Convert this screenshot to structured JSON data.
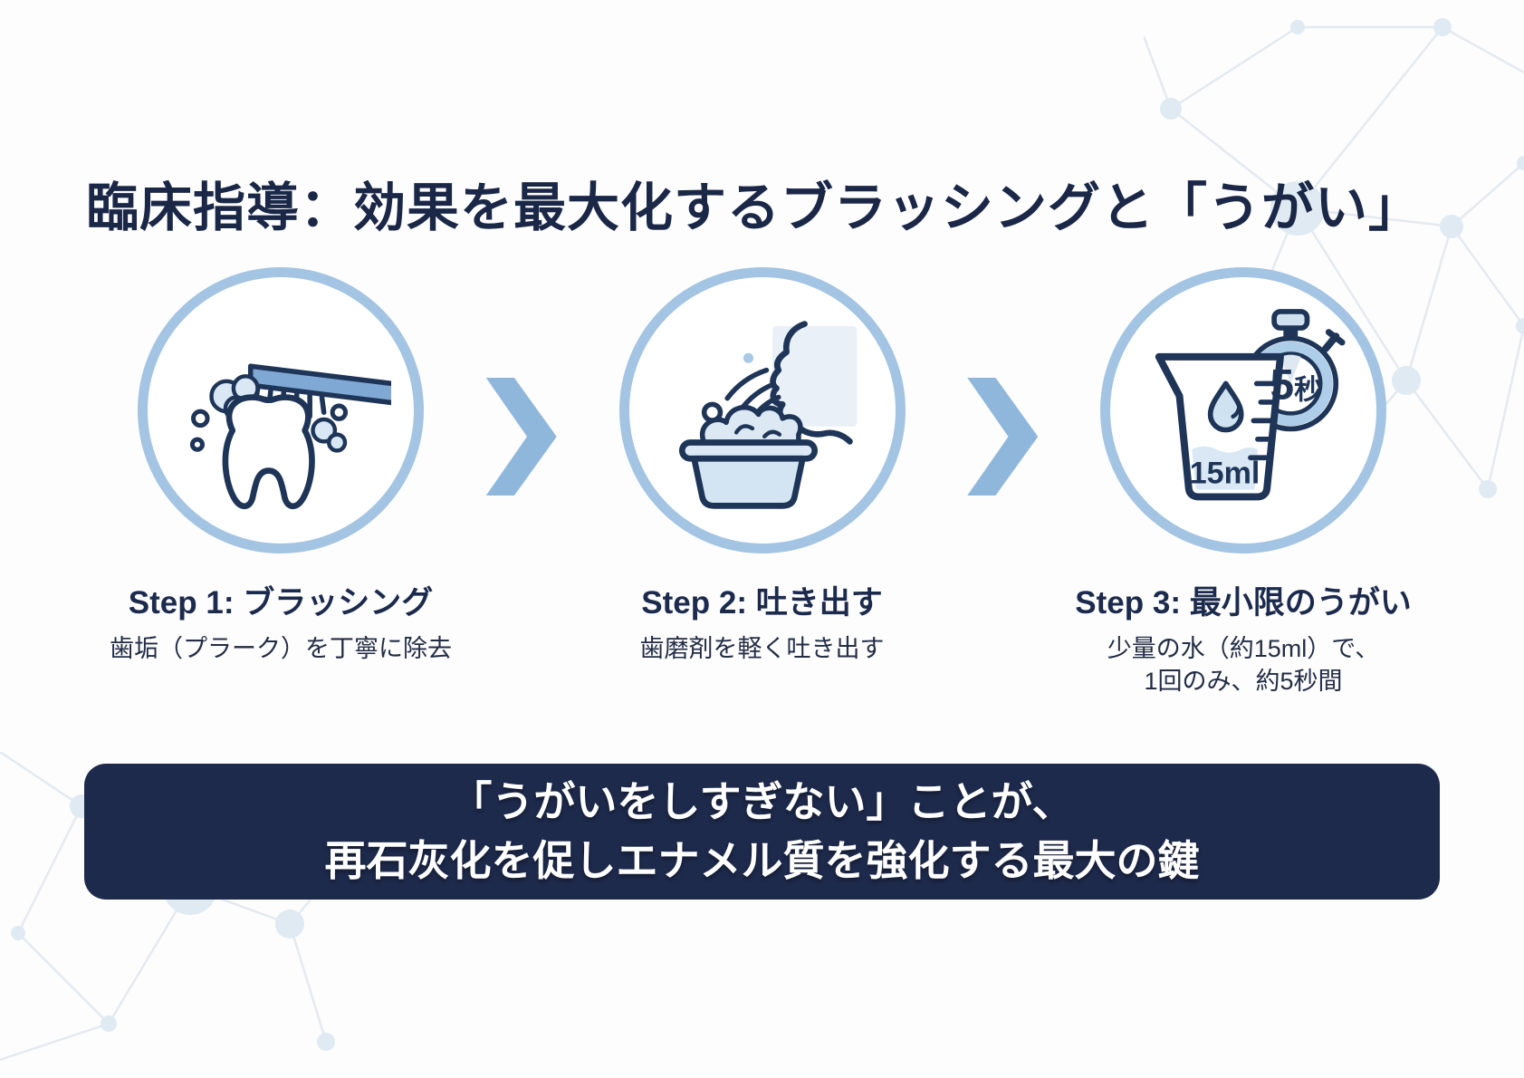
{
  "title": "臨床指導：効果を最大化するブラッシングと「うがい」",
  "steps": [
    {
      "heading": "Step 1: ブラッシング",
      "description": "歯垢（プラーク）を丁寧に除去"
    },
    {
      "heading": "Step 2: 吐き出す",
      "description": "歯磨剤を軽く吐き出す"
    },
    {
      "heading": "Step 3: 最小限のうがい",
      "description": "少量の水（約15ml）で、",
      "description2": "1回のみ、約5秒間"
    }
  ],
  "icon_labels": {
    "cup_volume": "15ml",
    "stopwatch_number": "5",
    "stopwatch_unit": "秒"
  },
  "icon_names": [
    "tooth-brushing-icon",
    "spit-out-icon",
    "rinse-cup-stopwatch-icon"
  ],
  "banner": {
    "line1": "「うがいをしすぎない」ことが、",
    "line2": "再石灰化を促しエナメル質を強化する最大の鍵"
  },
  "colors": {
    "title_text": "#1a2747",
    "step_heading_text": "#1c2b4d",
    "circle_border": "#a3c4e2",
    "chevron": "#8fb7dc",
    "icon_outline": "#1e3558",
    "icon_fill_light": "#d9e8f4",
    "icon_fill_mid": "#7fa8d4",
    "banner_background": "#1e2a4c",
    "banner_text": "#ffffff",
    "network_node": "#dfeaf3",
    "network_line": "#e4eaef"
  }
}
